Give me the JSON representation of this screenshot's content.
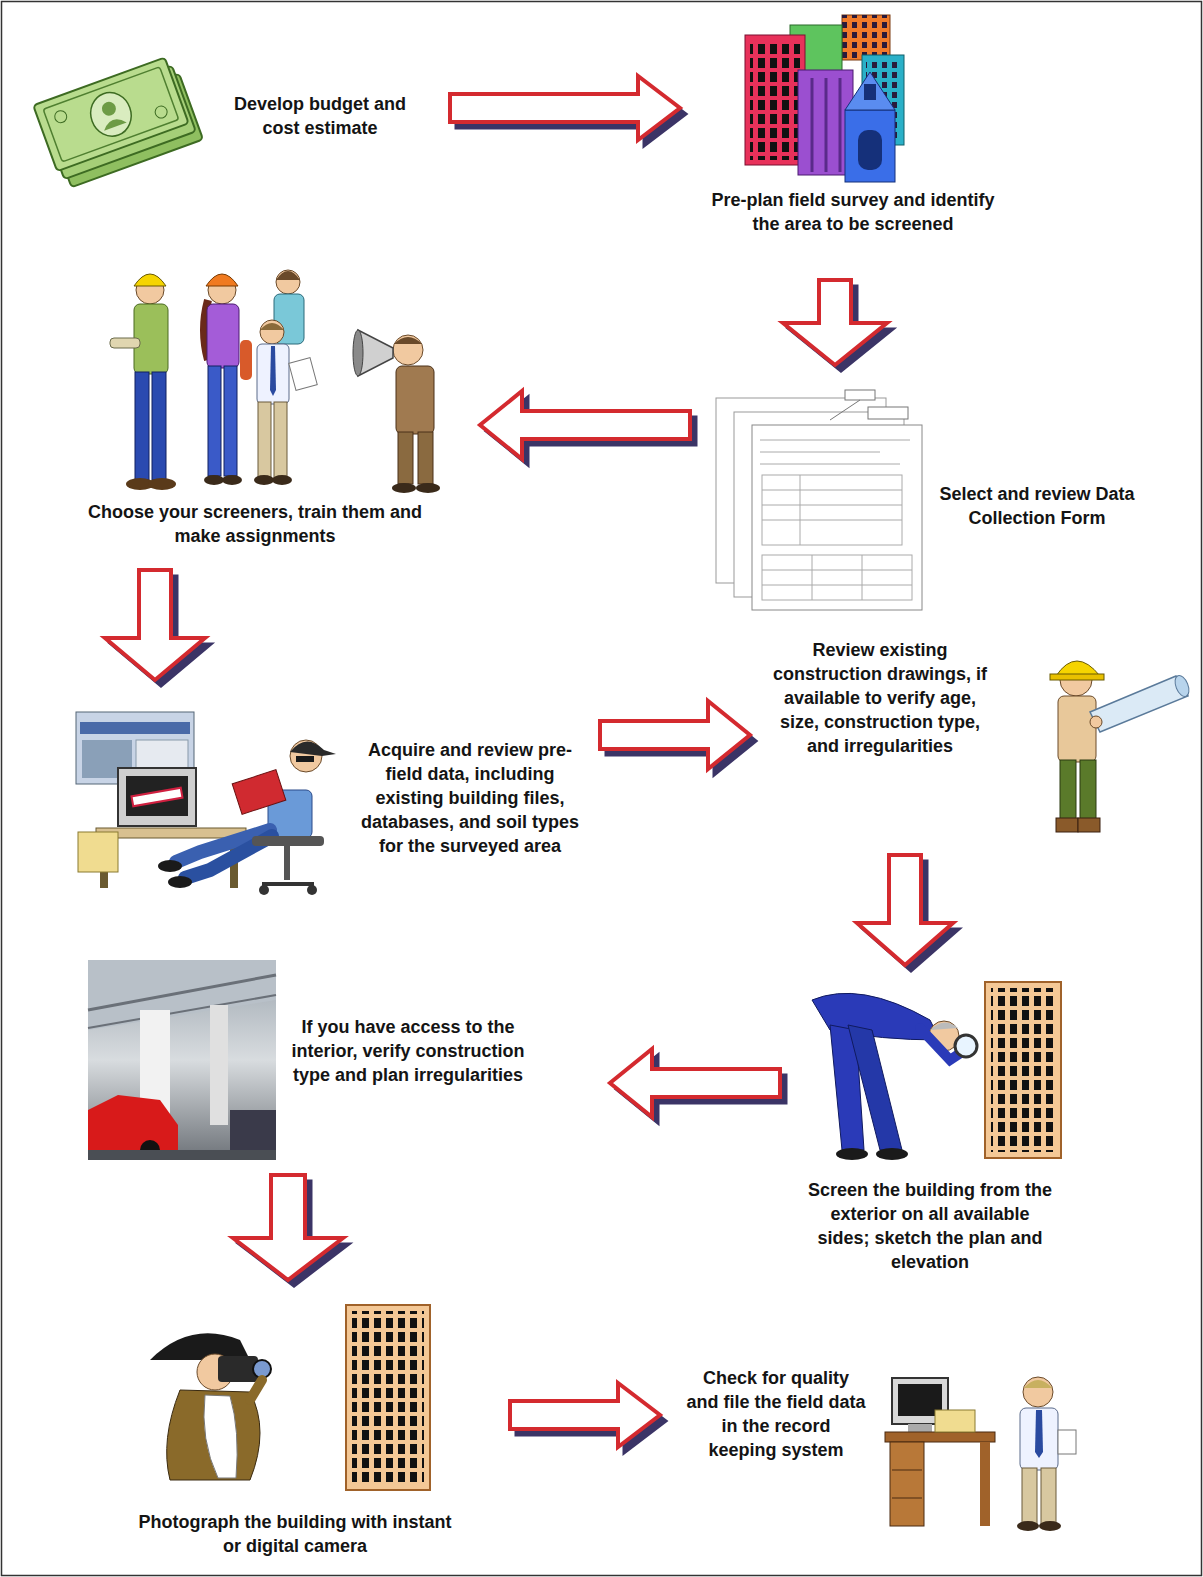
{
  "diagram": {
    "nodes": [
      {
        "text": [
          "Develop budget and cost estimate"
        ]
      },
      {
        "text": [
          "Pre-plan field survey and identify the area to be screened"
        ]
      },
      {
        "text": [
          "Select and review Data Collection Form"
        ]
      },
      {
        "text": [
          "Choose your screeners, train them and make assignments"
        ]
      },
      {
        "text": [
          "Acquire and review pre-field data, including existing building files, databases, and soil types for the surveyed area"
        ]
      },
      {
        "text": [
          "Review existing construction drawings, if available to verify age, size, construction type, and irregularities"
        ]
      },
      {
        "text": [
          "Screen the building from the exterior on all available sides; sketch the plan and elevation"
        ]
      },
      {
        "text": [
          "If you have access to the interior, verify construction type and plan irregularities"
        ]
      },
      {
        "text": [
          "Photograph the building with instant or digital camera"
        ]
      },
      {
        "text": [
          "Check for quality and file the field data in the record keeping system"
        ]
      }
    ],
    "edges": [
      {
        "from": 0,
        "to": 1,
        "arrow": "to"
      },
      {
        "from": 1,
        "to": 2,
        "arrow": "to"
      },
      {
        "from": 2,
        "to": 3,
        "arrow": "to"
      },
      {
        "from": 3,
        "to": 4,
        "arrow": "to"
      },
      {
        "from": 4,
        "to": 5,
        "arrow": "to"
      },
      {
        "from": 5,
        "to": 6,
        "arrow": "to"
      },
      {
        "from": 6,
        "to": 7,
        "arrow": "to"
      },
      {
        "from": 7,
        "to": 8,
        "arrow": "to"
      },
      {
        "from": 8,
        "to": 9,
        "arrow": "to"
      }
    ]
  }
}
